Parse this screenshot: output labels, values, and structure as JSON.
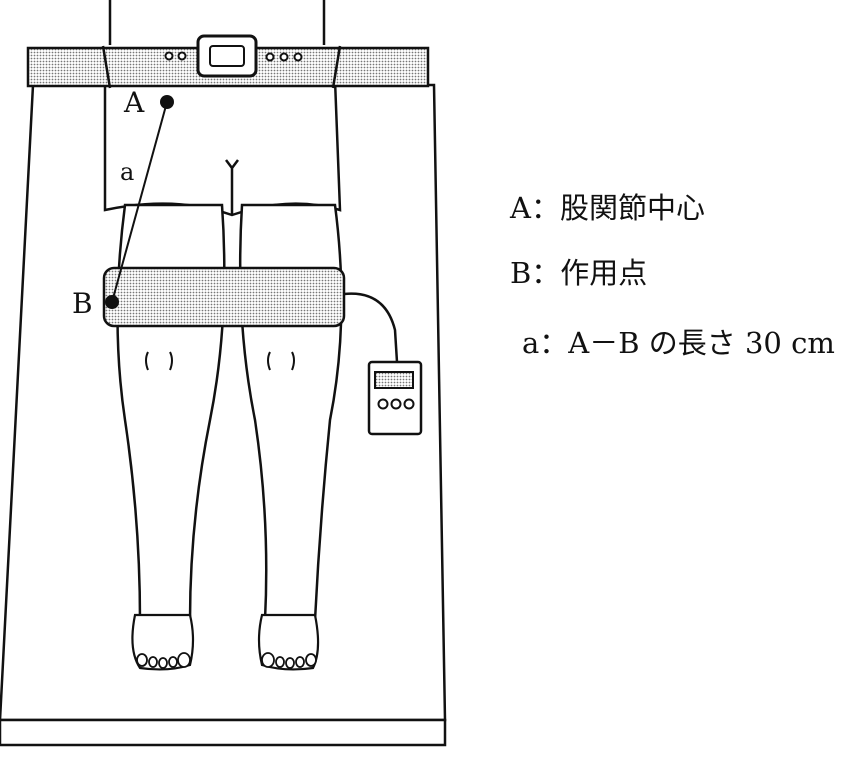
{
  "diagram": {
    "points": {
      "A": {
        "label": "A"
      },
      "B": {
        "label": "B"
      }
    },
    "segment": {
      "label": "a"
    },
    "legend": [
      {
        "text": "A：股関節中心"
      },
      {
        "text": "B：作用点"
      },
      {
        "text": "a：A－B の長さ 30 cm"
      }
    ]
  },
  "colors": {
    "ink": "#111111",
    "belt_fill": "#c8c8c8",
    "cuff_fill": "#c4c4c4",
    "paper": "#ffffff"
  },
  "icons": {
    "belt_buckle": "belt-buckle-icon",
    "control_unit": "dynamometer-control-icon"
  }
}
